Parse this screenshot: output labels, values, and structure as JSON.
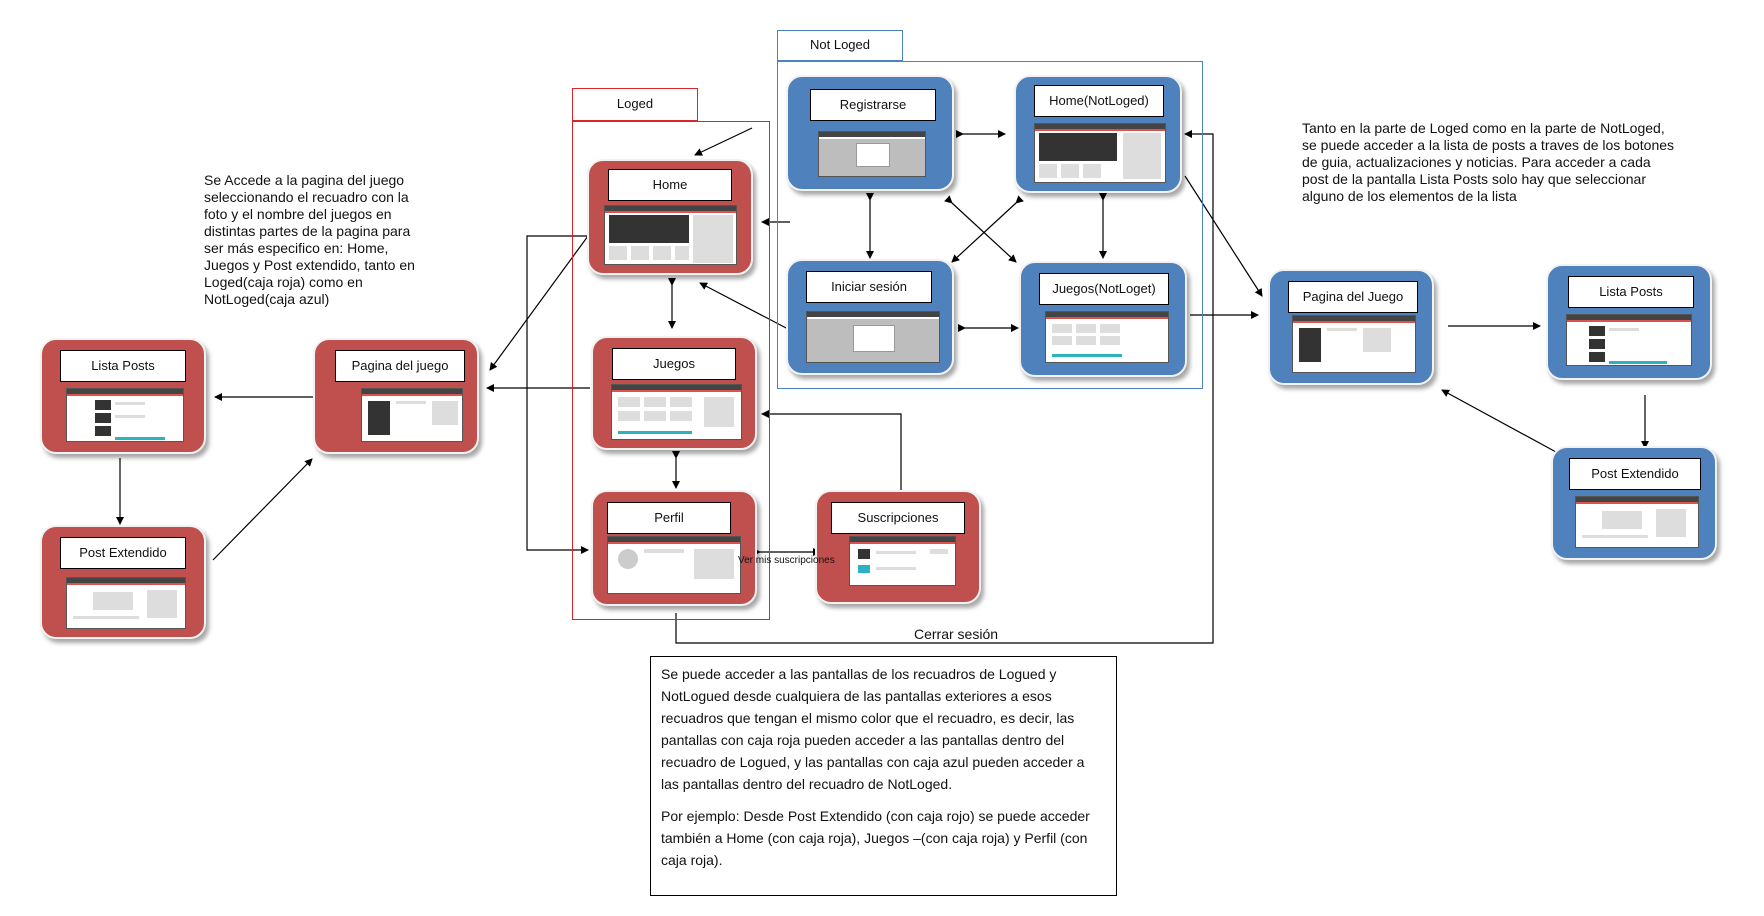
{
  "groups": {
    "loged": {
      "label": "Loged",
      "color": "#d9262a"
    },
    "not_loged": {
      "label": "Not Loged",
      "color": "#4a83c4"
    }
  },
  "colors": {
    "red_screen": "#c0504d",
    "blue_screen": "#4f81bd"
  },
  "screens": {
    "home": "Home",
    "juegos": "Juegos",
    "perfil": "Perfil",
    "suscripciones": "Suscripciones",
    "registrarse": "Registrarse",
    "home_notloged": "Home(NotLoged)",
    "iniciar_sesion": "Iniciar sesión",
    "juegos_notloget": "Juegos(NotLoget)",
    "pagina_juego_red": "Pagina del juego",
    "lista_posts_red": "Lista Posts",
    "post_extendido_red": "Post Extendido",
    "pagina_juego_blue": "Pagina del Juego",
    "lista_posts_blue": "Lista Posts",
    "post_extendido_blue": "Post Extendido"
  },
  "edge_labels": {
    "ver_suscripciones": "Ver mis suscripciones",
    "cerrar_sesion": "Cerrar sesión"
  },
  "notes": {
    "left": "Se Accede a la pagina del juego seleccionando el recuadro con la foto y el nombre del juegos en distintas partes de la pagina para ser más especifico en: Home, Juegos y Post extendido, tanto en Loged(caja roja) como en NotLoged(caja azul)",
    "right": "Tanto en la parte de Loged como en la parte de NotLoged, se puede acceder a la lista de posts a traves de los botones de guia, actualizaciones y noticias. Para acceder a cada post de la pantalla Lista Posts solo hay que seleccionar alguno de los elementos de la lista",
    "bottom_p1": "Se puede acceder a las pantallas de los recuadros de Logued y NotLogued desde cualquiera de las pantallas exteriores a esos recuadros que tengan el mismo color que el recuadro, es decir, las pantallas con caja roja pueden acceder a las pantallas dentro del recuadro de Logued, y las pantallas con caja azul pueden acceder a las pantallas dentro del recuadro de NotLoged.",
    "bottom_p2": "Por ejemplo: Desde Post Extendido (con caja rojo) se puede acceder también a Home (con caja roja), Juegos –(con caja roja) y Perfil (con caja roja)."
  }
}
